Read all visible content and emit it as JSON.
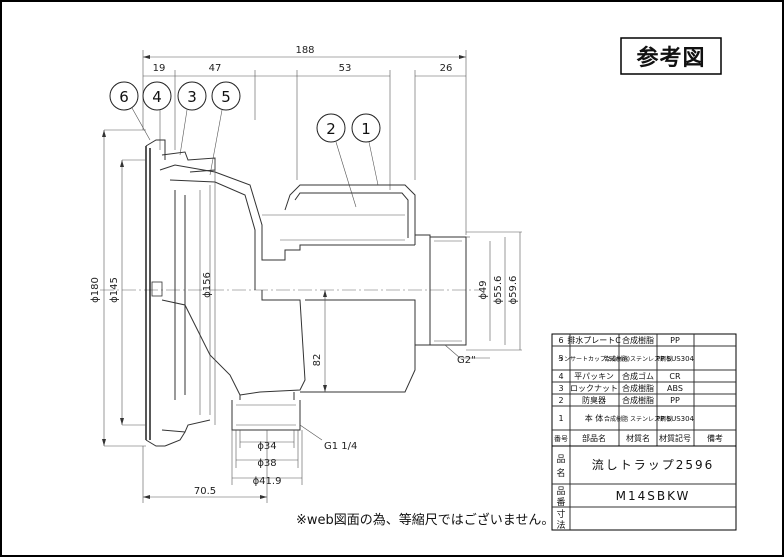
{
  "reference_label": "参考図",
  "note": "※web図面の為、等縮尺ではございません。",
  "dimensions": {
    "overall_width": "188",
    "d19": "19",
    "d47": "47",
    "d53": "53",
    "d26": "26",
    "d180": "ϕ180",
    "d145": "ϕ145",
    "d156": "ϕ156",
    "d82": "82",
    "d49": "ϕ49",
    "d556": "ϕ55.6",
    "d596": "ϕ59.6",
    "g2": "G2\"",
    "g114": "G1 1/4",
    "d34": "ϕ34",
    "d38": "ϕ38",
    "d419": "ϕ41.9",
    "d705": "70.5"
  },
  "balloons": [
    "6",
    "4",
    "3",
    "5",
    "2",
    "1"
  ],
  "parts_table": {
    "headers": [
      "番号",
      "部品名",
      "材質名",
      "材質記号",
      "備考"
    ],
    "rows": [
      {
        "no": "6",
        "name": "排水プレートC",
        "material": "合成樹脂",
        "code": "PP",
        "note": ""
      },
      {
        "no": "5",
        "name": "インサートカップ(50mm)",
        "material": "合成樹脂 ステンレス鋼板",
        "code": "PP SUS304",
        "note": ""
      },
      {
        "no": "4",
        "name": "平パッキン",
        "material": "合成ゴム",
        "code": "CR",
        "note": ""
      },
      {
        "no": "3",
        "name": "ロックナット",
        "material": "合成樹脂",
        "code": "ABS",
        "note": ""
      },
      {
        "no": "2",
        "name": "防臭器",
        "material": "合成樹脂",
        "code": "PP",
        "note": ""
      },
      {
        "no": "1",
        "name": "本 体",
        "material": "合成樹脂 ステンレス鋼板",
        "code": "PP SUS304",
        "note": ""
      }
    ]
  },
  "title_block": {
    "name_label": "品名",
    "product_name": "流しトラップ2596",
    "number_label": "品番",
    "product_number": "M14SBKW",
    "size_label": "寸法"
  }
}
